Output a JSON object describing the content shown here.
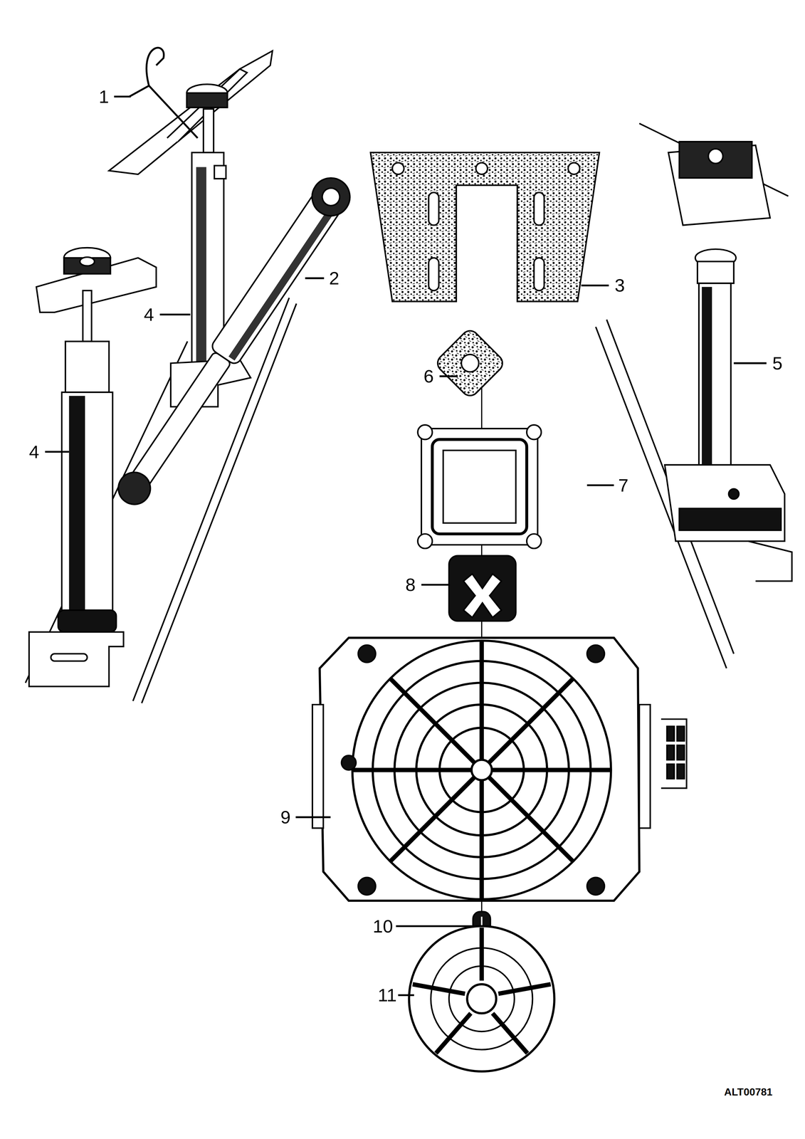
{
  "diagram": {
    "labels": [
      "1",
      "2",
      "3",
      "4",
      "4",
      "5",
      "6",
      "7",
      "8",
      "9",
      "10",
      "11",
      "ALT00781"
    ]
  }
}
